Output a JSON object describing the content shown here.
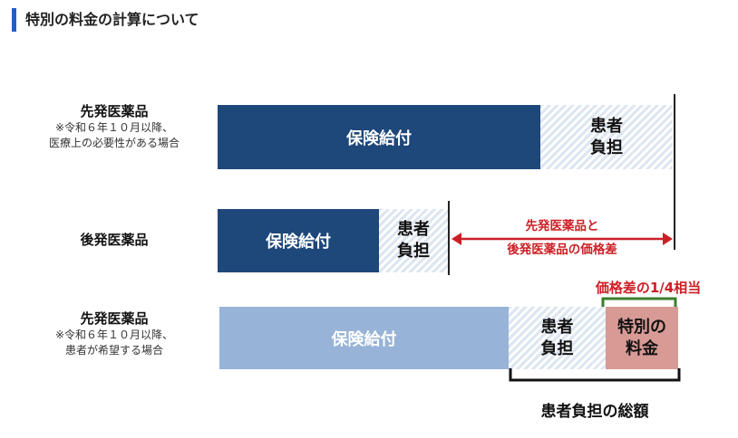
{
  "page": {
    "title": "特別の料金の計算について"
  },
  "rows": [
    {
      "name": "先発医薬品",
      "note_lines": [
        "※令和６年１０月以降、",
        "医療上の必要性がある場合"
      ]
    },
    {
      "name": "後発医薬品",
      "note_lines": []
    },
    {
      "name": "先発医薬品",
      "note_lines": [
        "※令和６年１０月以降、",
        "患者が希望する場合"
      ]
    }
  ],
  "segments": {
    "insurance": "保険給付",
    "patient": [
      "患者",
      "負担"
    ],
    "special": [
      "特別の",
      "料金"
    ]
  },
  "annotations": {
    "price_diff": [
      "先発医薬品と",
      "後発医薬品の価格差"
    ],
    "quarter": "価格差の1/4相当",
    "total": "患者負担の総額"
  },
  "colors": {
    "title_accent": "#1f5fbf",
    "insurance_dark": "#1e477a",
    "insurance_light": "#97b3d8",
    "special_fee": "#d79a95",
    "price_diff_arrow": "#cc1f25",
    "bracket_green": "#3a7d2c"
  }
}
